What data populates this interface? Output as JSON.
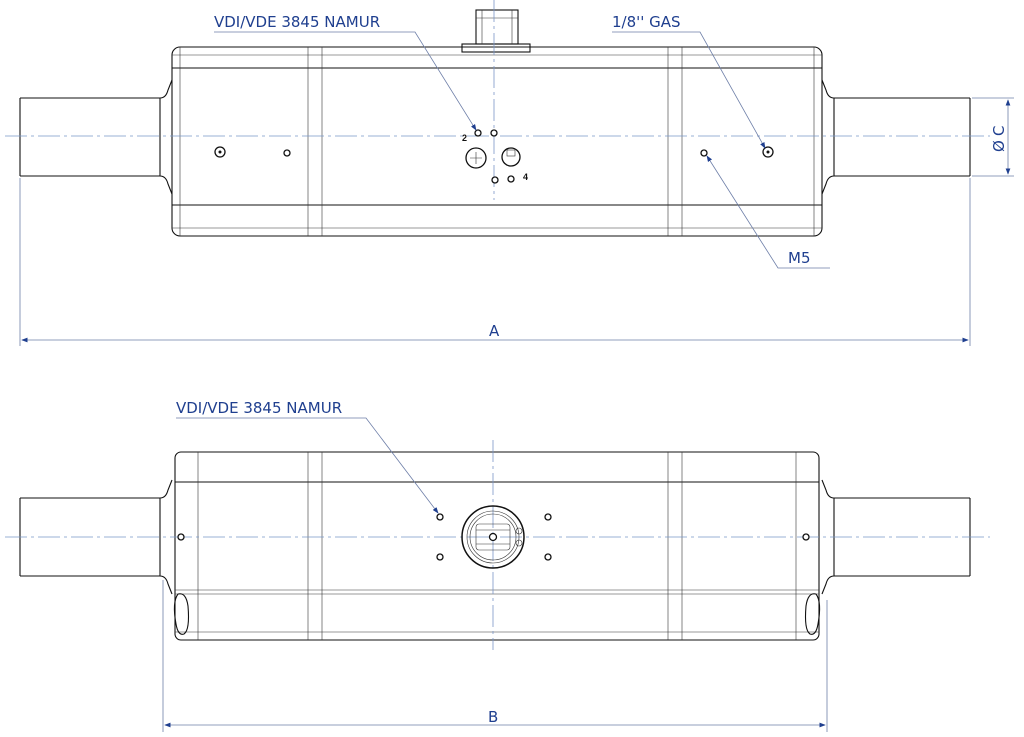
{
  "top_view": {
    "callout_namur": "VDI/VDE 3845 NAMUR",
    "callout_gas": "1/8'' GAS",
    "callout_m5": "M5",
    "port_2": "2",
    "port_4": "4",
    "dim_length": "A",
    "dim_diameter": "C",
    "diameter_symbol": "Ø"
  },
  "bottom_view": {
    "callout_namur": "VDI/VDE 3845 NAMUR",
    "dim_length": "B"
  }
}
